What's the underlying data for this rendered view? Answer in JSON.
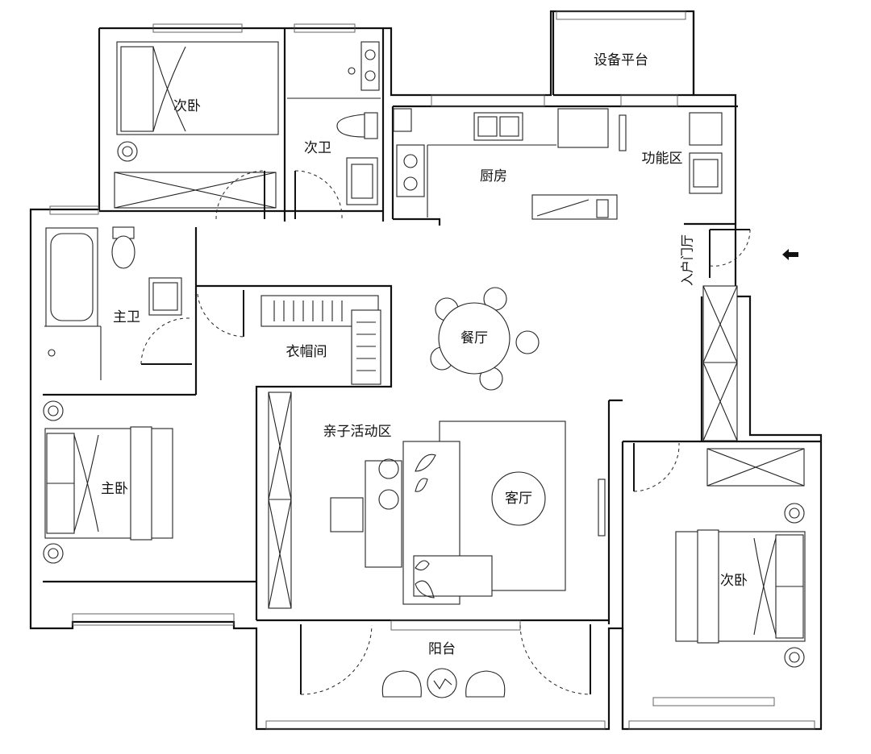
{
  "rooms": {
    "equipment_platform": "设备平台",
    "second_bedroom_top": "次卧",
    "second_bath": "次卫",
    "kitchen": "厨房",
    "utility_area": "功能区",
    "entrance_hall": "入户门厅",
    "master_bath": "主卫",
    "cloakroom": "衣帽间",
    "dining": "餐厅",
    "kids_area": "亲子活动区",
    "living": "客厅",
    "master_bedroom": "主卧",
    "second_bedroom_right": "次卧",
    "balcony": "阳台"
  },
  "icons": {
    "entrance_arrow": "arrow-left-icon"
  }
}
